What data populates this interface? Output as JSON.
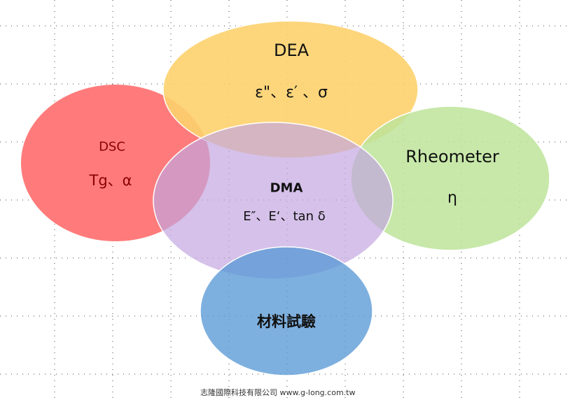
{
  "diagram": {
    "dea": {
      "title": "DEA",
      "params": "ε\"、ε′ 、σ",
      "color": "#fdd26e"
    },
    "dsc": {
      "title": "DSC",
      "params": "Tg、α",
      "color": "#ff6b6b"
    },
    "rheometer": {
      "title": "Rheometer",
      "params": "η",
      "color": "#b8e08a"
    },
    "dma": {
      "title": "DMA",
      "params": "E″、E‘、tan δ",
      "color": "#c9aede"
    },
    "materials": {
      "title": "材料試驗",
      "color": "#6fa8d8"
    }
  },
  "footer": {
    "text": "志隆國際科技有限公司 www.g-long.com.tw"
  }
}
